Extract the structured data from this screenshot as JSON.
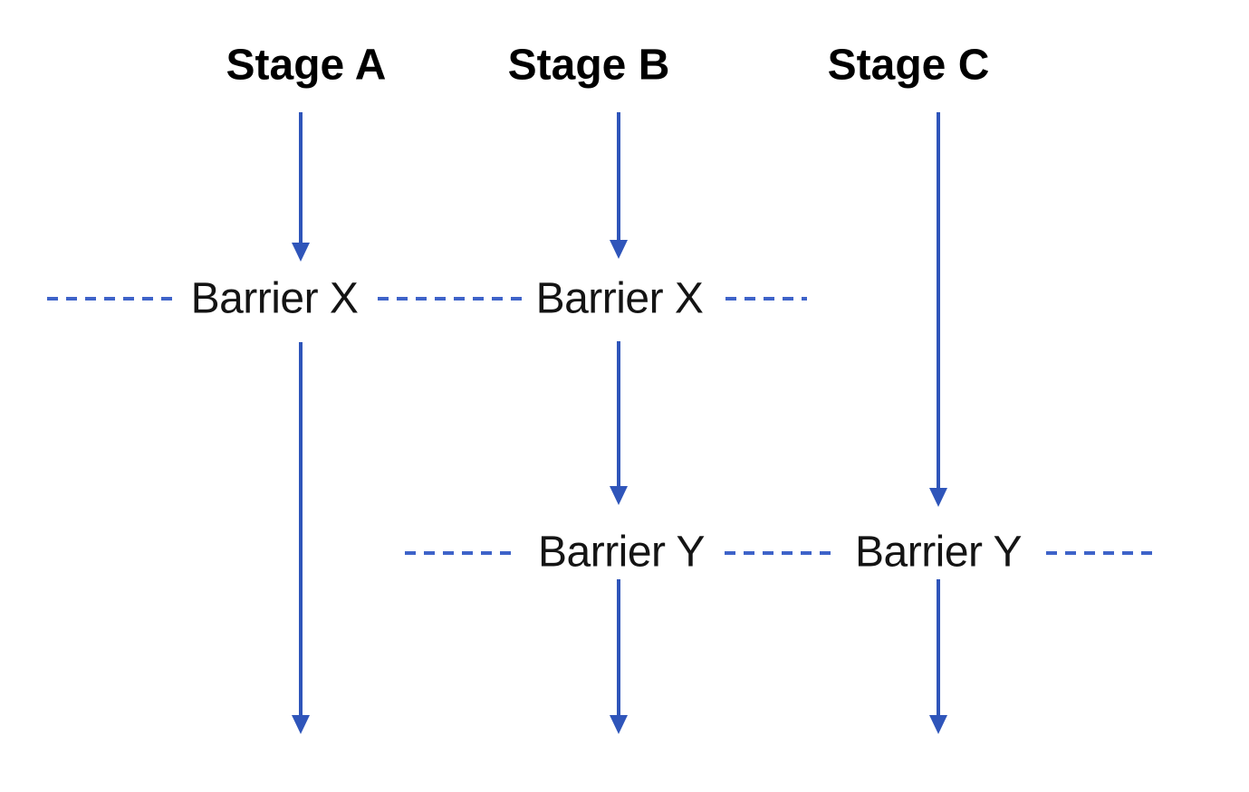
{
  "diagram": {
    "stages": [
      {
        "label": "Stage A"
      },
      {
        "label": "Stage B"
      },
      {
        "label": "Stage C"
      }
    ],
    "barriers": [
      {
        "row": "X",
        "label": "Barrier X"
      },
      {
        "row": "X",
        "label": "Barrier X"
      },
      {
        "row": "Y",
        "label": "Barrier Y"
      },
      {
        "row": "Y",
        "label": "Barrier Y"
      }
    ],
    "colors": {
      "arrow": "#2f55ba",
      "dash": "#3e63c9",
      "stage_text": "#000000",
      "barrier_text": "#141414",
      "background": "#ffffff"
    }
  }
}
